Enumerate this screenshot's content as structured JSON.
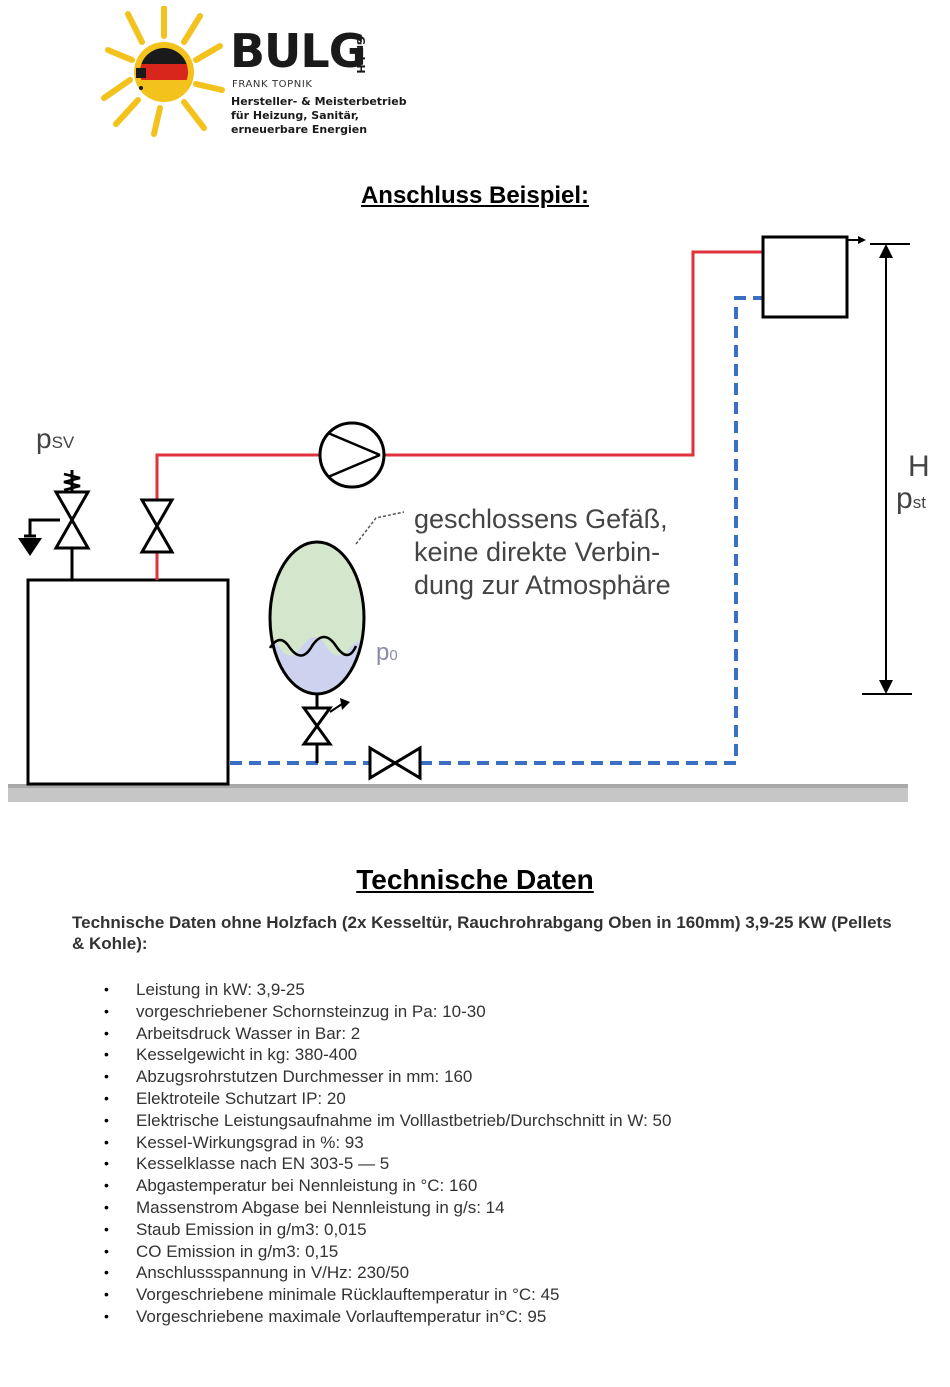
{
  "logo": {
    "name": "BULG",
    "suffix": "GmbH",
    "owner": "FRANK TOPNIK",
    "tagline": [
      "Hersteller- & Meisterbetrieb",
      "für Heizung, Sanitär,",
      "erneuerbare Energien"
    ]
  },
  "diagram_section": {
    "title": "Anschluss Beispiel:"
  },
  "diagram": {
    "labels": {
      "safety_valve": "p",
      "safety_valve_sub": "SV",
      "vessel_pressure": "p",
      "vessel_pressure_sub": "0",
      "height": "H",
      "static_pressure": "p",
      "static_pressure_sub": "st"
    },
    "annotation": [
      "geschlossens Gefäß,",
      "keine direkte Verbin-",
      "dung zur Atmosphäre"
    ],
    "colors": {
      "supply_line": "#e0323c",
      "return_line": "#3a6fc4",
      "vessel_top": "#d4e6cc",
      "vessel_water": "#cdd3ee"
    }
  },
  "tech_section": {
    "title": "Technische Daten",
    "intro": "Technische Daten ohne Holzfach (2x Kesseltür, Rauchrohrabgang Oben in 160mm) 3,9-25 KW (Pellets & Kohle):",
    "specs": [
      "Leistung in kW: 3,9-25",
      "vorgeschriebener Schornsteinzug in Pa: 10-30",
      "Arbeitsdruck Wasser in Bar: 2",
      "Kesselgewicht in kg: 380-400",
      "Abzugsrohrstutzen Durchmesser in mm: 160",
      "Elektroteile Schutzart IP: 20",
      "Elektrische Leistungsaufnahme im Volllastbetrieb/Durchschnitt in W: 50",
      "Kessel-Wirkungsgrad in %: 93",
      "Kesselklasse nach EN 303-5 — 5",
      "Abgastemperatur bei Nennleistung in °C: 160",
      "Massenstrom Abgase bei Nennleistung in g/s: 14",
      "Staub Emission in g/m3: 0,015",
      "CO Emission in g/m3: 0,15",
      "Anschlussspannung in V/Hz: 230/50",
      "Vorgeschriebene minimale Rücklauftemperatur in °C: 45",
      "Vorgeschriebene maximale Vorlauftemperatur in°C: 95"
    ]
  }
}
